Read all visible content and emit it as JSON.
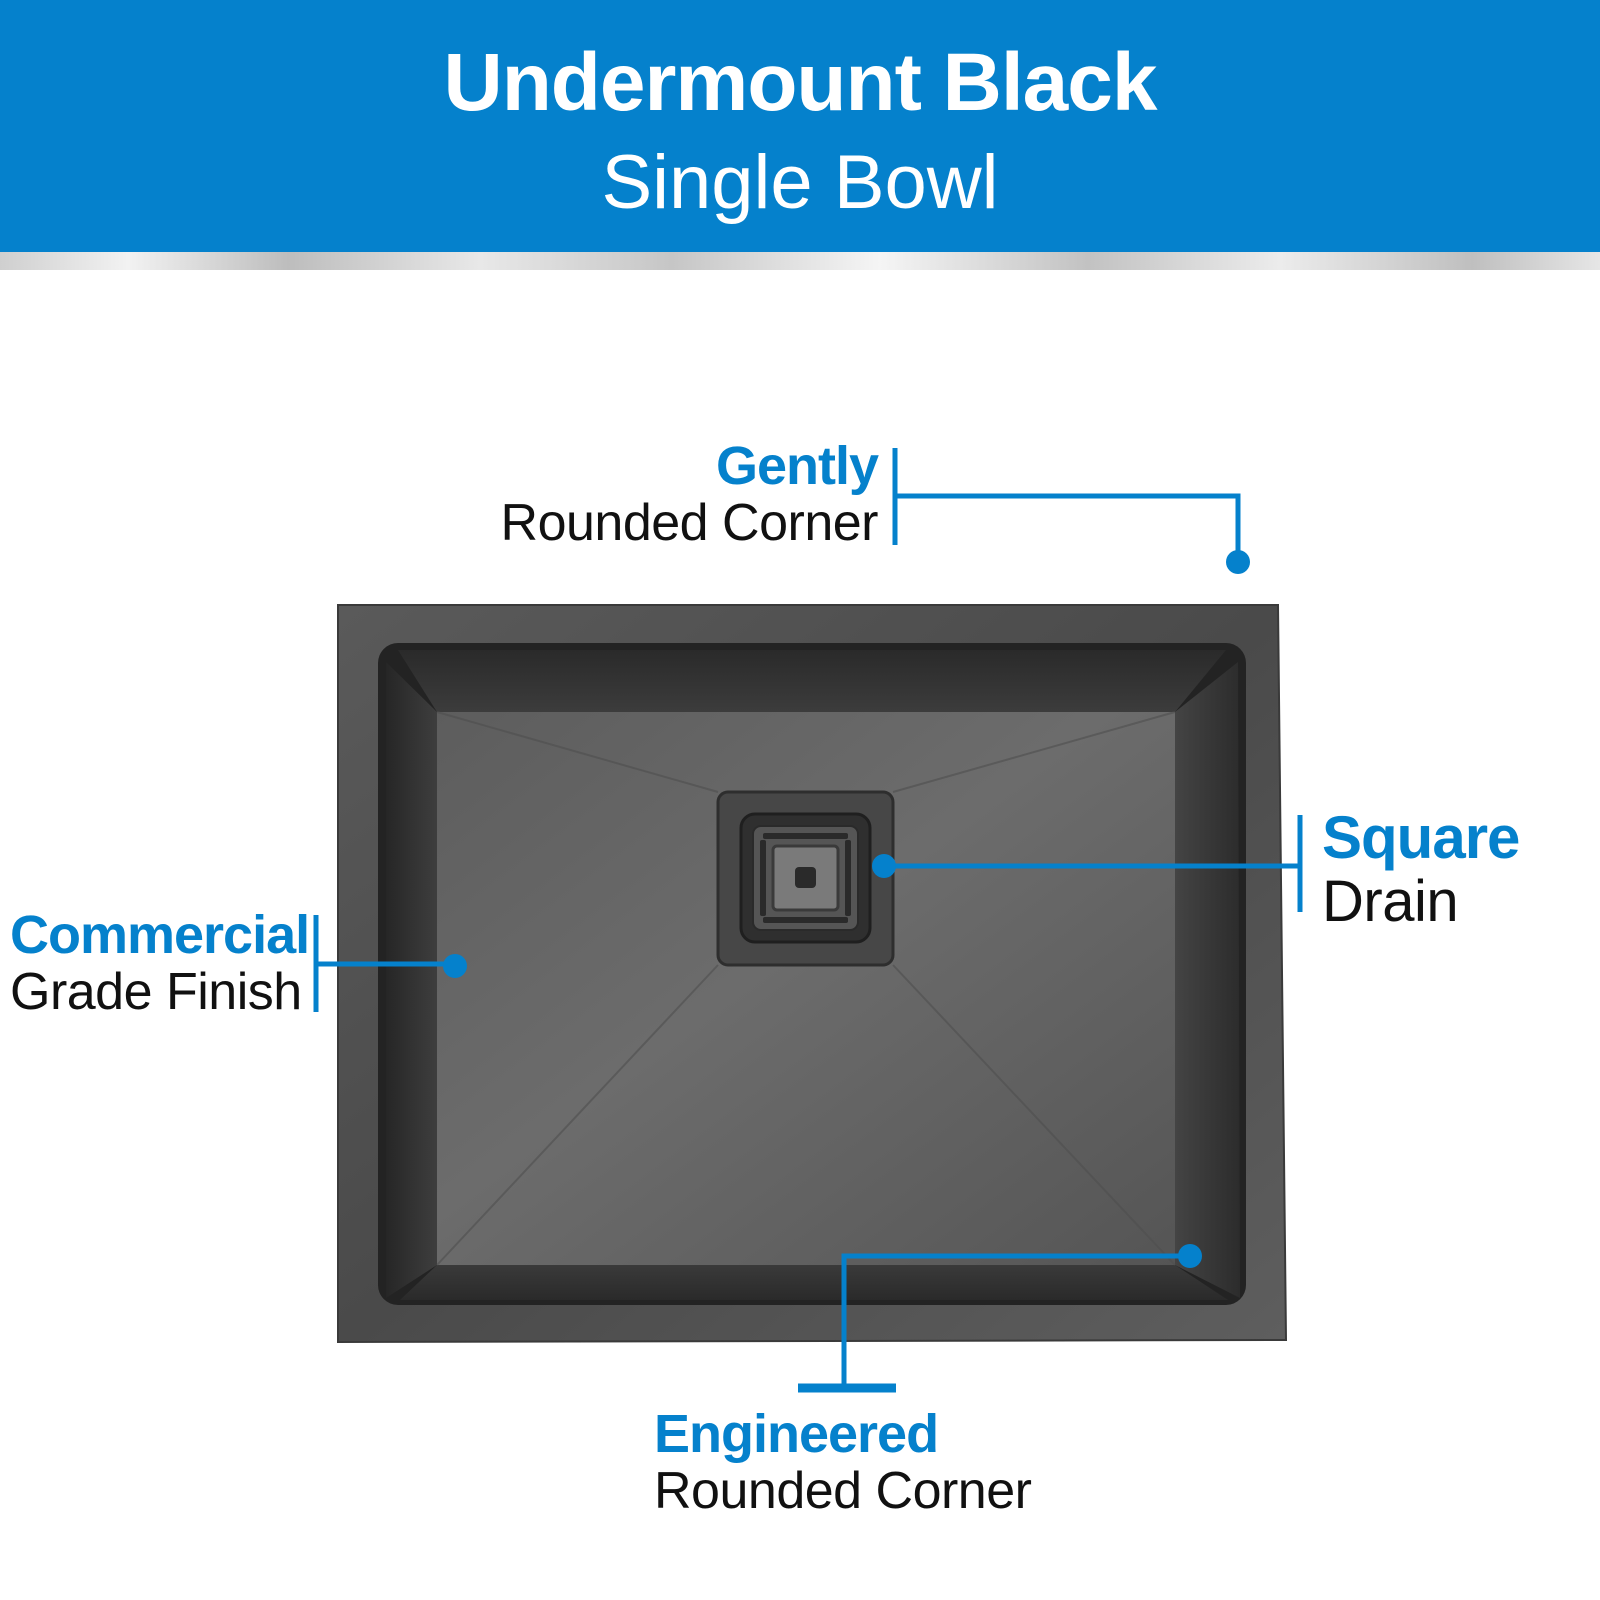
{
  "header": {
    "title": "Undermount Black",
    "subtitle": "Single Bowl"
  },
  "callouts": {
    "top": {
      "strong": "Gently",
      "light": "Rounded Corner"
    },
    "right": {
      "strong": "Square",
      "light": "Drain"
    },
    "left": {
      "strong": "Commercial",
      "light": "Grade Finish"
    },
    "bottom": {
      "strong": "Engineered",
      "light": "Rounded Corner"
    }
  },
  "colors": {
    "accent": "#0581cc",
    "sink": "#3a3a3a"
  }
}
